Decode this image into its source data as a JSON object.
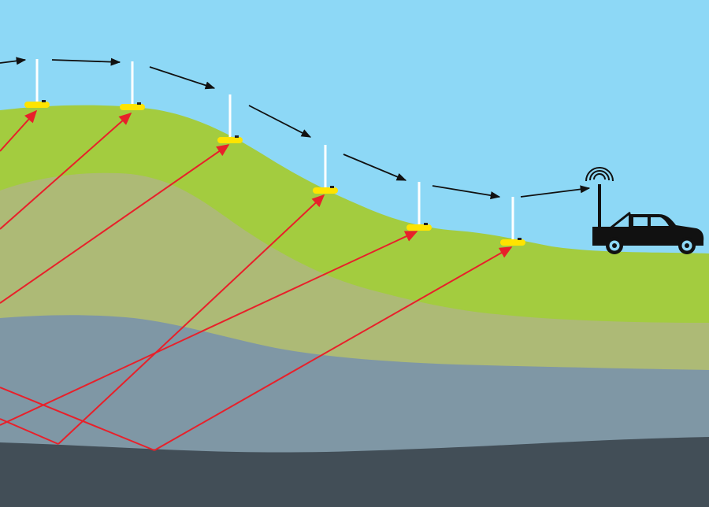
{
  "diagram": {
    "kind": "seismic-survey-cross-section",
    "colors": {
      "sky": "#8dd8f6",
      "surface_layer": "#a3cc3f",
      "layer_2": "#adba76",
      "layer_3": "#7f97a5",
      "bedrock": "#424e57",
      "ray": "#e8202a",
      "telemetry_arrow": "#111111",
      "geophone_body": "#ffe400",
      "geophone_antenna": "#ffffff",
      "truck": "#111111"
    },
    "geophones": [
      {
        "id": "geophone-1"
      },
      {
        "id": "geophone-2"
      },
      {
        "id": "geophone-3"
      },
      {
        "id": "geophone-4"
      },
      {
        "id": "geophone-5"
      },
      {
        "id": "geophone-6"
      }
    ],
    "layers": [
      "surface_layer",
      "layer_2",
      "layer_3",
      "bedrock"
    ],
    "icons": {
      "vehicle": "recording-truck-icon",
      "signal": "radio-signal-icon"
    }
  }
}
